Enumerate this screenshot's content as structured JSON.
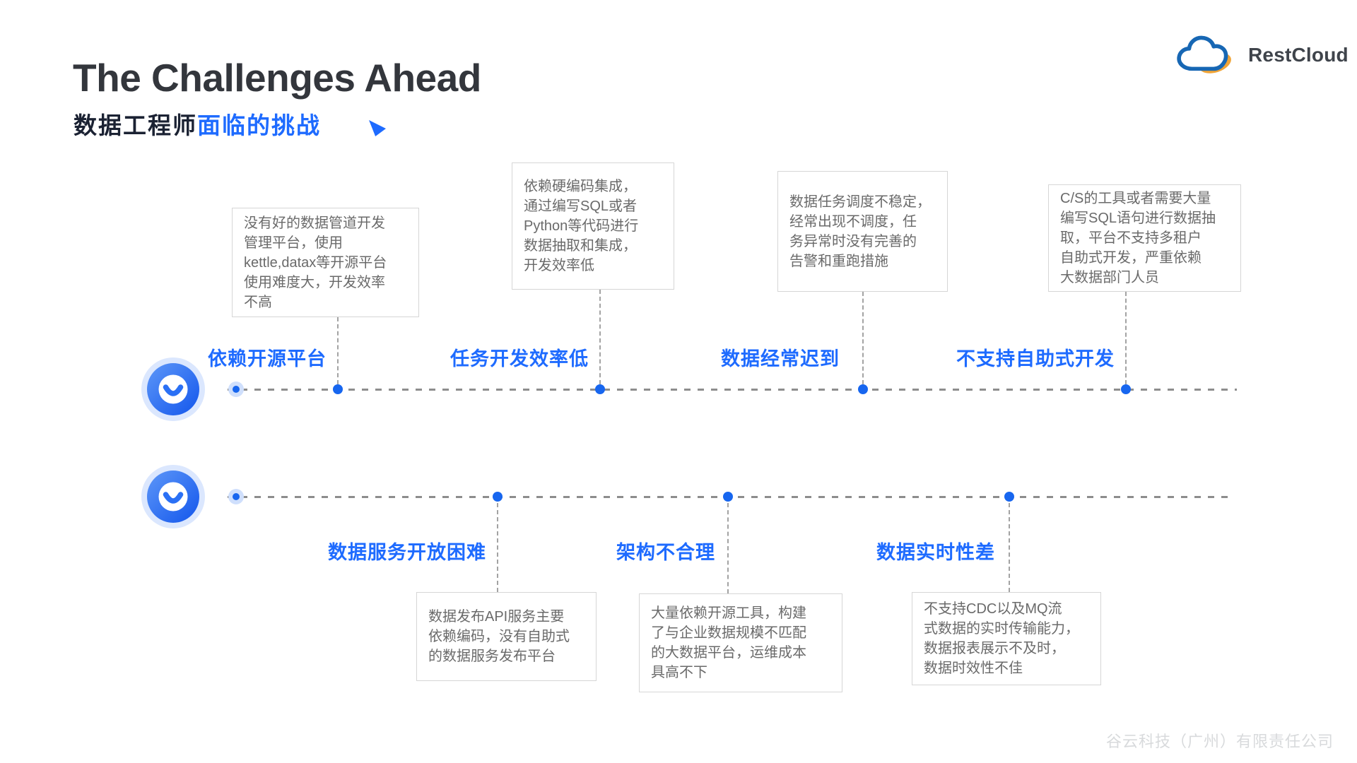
{
  "slide": {
    "title": "The Challenges Ahead",
    "subtitle": {
      "dark": "数据工程师",
      "blue": "面临的挑战"
    },
    "footer": "谷云科技（广州）有限责任公司"
  },
  "logo": {
    "name": "RestCloud"
  },
  "colors": {
    "accent_blue": "#1E6BFF",
    "title_dark": "#33363C",
    "note_text": "#6A6A6A",
    "note_border": "#D6D6D6",
    "timeline_gray": "#8D8D8D",
    "dot_blue": "#1766EF",
    "logo_blue": "#1767B4",
    "logo_orange": "#F0A437",
    "footer_gray": "#D8DADC"
  },
  "row1": {
    "items": [
      {
        "label": "依赖开源平台",
        "note": "没有好的数据管道开发\n管理平台，使用\nkettle,datax等开源平台\n使用难度大，开发效率\n不高"
      },
      {
        "label": "任务开发效率低",
        "note": "依赖硬编码集成，\n通过编写SQL或者\nPython等代码进行\n数据抽取和集成，\n开发效率低"
      },
      {
        "label": "数据经常迟到",
        "note": "数据任务调度不稳定，\n经常出现不调度，任\n务异常时没有完善的\n告警和重跑措施"
      },
      {
        "label": "不支持自助式开发",
        "note": "C/S的工具或者需要大量\n编写SQL语句进行数据抽\n取，平台不支持多租户\n自助式开发，严重依赖\n大数据部门人员"
      }
    ]
  },
  "row2": {
    "items": [
      {
        "label": "数据服务开放困难",
        "note": "数据发布API服务主要\n依赖编码，没有自助式\n的数据服务发布平台"
      },
      {
        "label": "架构不合理",
        "note": "大量依赖开源工具，构建\n了与企业数据规模不匹配\n的大数据平台，运维成本\n具高不下"
      },
      {
        "label": "数据实时性差",
        "note": "不支持CDC以及MQ流\n式数据的实时传输能力，\n数据报表展示不及时，\n数据时效性不佳"
      }
    ]
  }
}
